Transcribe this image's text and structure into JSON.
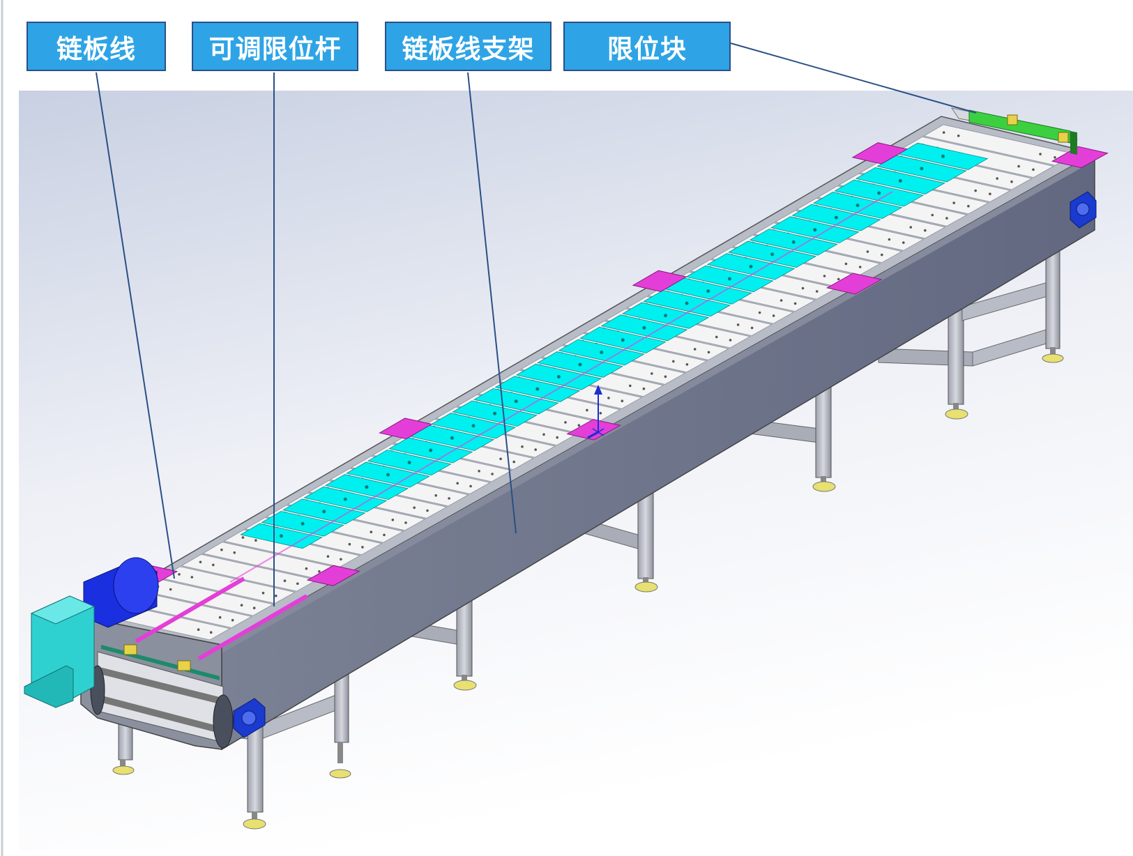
{
  "labels": [
    {
      "id": "chain-plate-line",
      "text": "链板线"
    },
    {
      "id": "adjustable-limit-rod",
      "text": "可调限位杆"
    },
    {
      "id": "chain-plate-line-support",
      "text": "链板线支架"
    },
    {
      "id": "limit-block",
      "text": "限位块"
    }
  ],
  "colors": {
    "label_fill": "#2ea4e6",
    "label_border": "#2a4f86",
    "leader_line": "#2a4f86",
    "frame_side": "#6e7488",
    "frame_top": "#9aa0ad",
    "plate_cyan": "#00f0f0",
    "plate_white": "#f4f4f4",
    "limit_magenta": "#e43ed8",
    "motor_blue": "#1a2fe0",
    "gearbox_cyan": "#2fd0d0",
    "limit_block_green": "#3cd040",
    "bearing_blue": "#1a3ad0"
  }
}
